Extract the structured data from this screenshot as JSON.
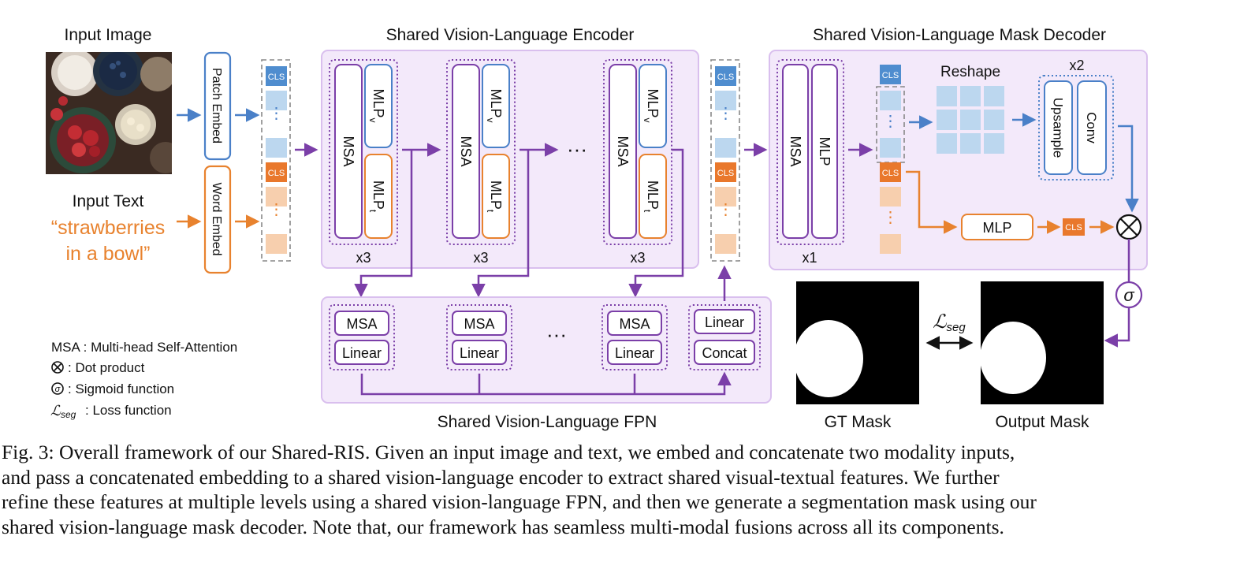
{
  "diagram": {
    "input_image_label": "Input Image",
    "input_text_label": "Input Text",
    "input_text_line1": "“strawberries",
    "input_text_line2": "in a bowl”",
    "patch_embed": "Patch Embed",
    "word_embed": "Word Embed",
    "cls": "CLS",
    "encoder_title": "Shared Vision-Language Encoder",
    "decoder_title": "Shared Vision-Language Mask Decoder",
    "fpn_title": "Shared Vision-Language FPN",
    "msa": "MSA",
    "mlp": "MLP",
    "mlp_v_sub": "v",
    "mlp_t_sub": "t",
    "repeat_x3": "x3",
    "repeat_x1": "x1",
    "repeat_x2": "x2",
    "ellipsis": "···",
    "linear": "Linear",
    "concat": "Concat",
    "reshape": "Reshape",
    "upsample": "Upsample",
    "conv": "Conv",
    "dot_symbol": "⊗",
    "sigma": "σ",
    "loss_symbol_main": "ℒ",
    "loss_symbol_sub": "seg",
    "gt_mask": "GT Mask",
    "output_mask": "Output Mask",
    "legend_msa": "MSA : Multi-head Self-Attention",
    "legend_dot": ": Dot product",
    "legend_sigmoid": ": Sigmoid function",
    "legend_loss": ": Loss function",
    "colors": {
      "purple": "#7b3fa8",
      "blue": "#4a80c8",
      "orange": "#e8822e",
      "panel_fill": "#f3e9fa",
      "panel_stroke": "#d9bfee",
      "token_blue": "#bcd7ef",
      "token_orange": "#f7cfae",
      "cls_blue": "#4f8dcf",
      "cls_orange": "#e9782c"
    },
    "icons": [
      "food-bowls-photo",
      "dot-product-icon",
      "sigmoid-icon",
      "mask-image"
    ]
  },
  "caption": {
    "line1": "Fig. 3: Overall framework of our Shared-RIS. Given an input image and text, we embed and concatenate two modality inputs,",
    "line2": "and pass a concatenated embedding to a shared vision-language encoder to extract shared visual-textual features. We further",
    "line3": "refine these features at multiple levels using a shared vision-language FPN, and then we generate a segmentation mask using our",
    "line4": "shared vision-language mask decoder. Note that, our framework has seamless multi-modal fusions across all its components."
  }
}
